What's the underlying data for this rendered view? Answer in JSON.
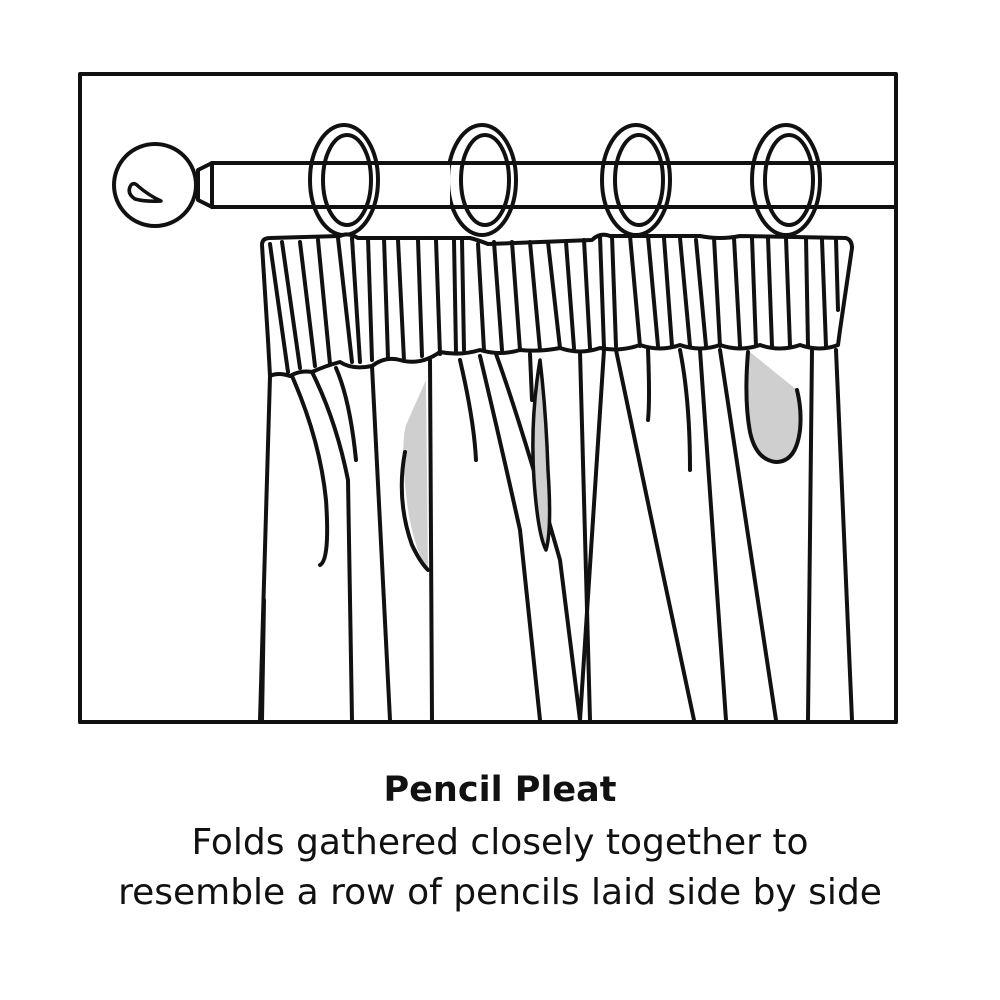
{
  "caption": {
    "title": "Pencil Pleat",
    "description_line1": "Folds gathered closely together to",
    "description_line2": "resemble a row of pencils laid side by side"
  },
  "illustration": {
    "subject": "pencil-pleat-curtain-on-pole",
    "ring_count": 4,
    "colors": {
      "stroke": "#111111",
      "background": "#ffffff",
      "shade": "#cfcfcf"
    }
  }
}
